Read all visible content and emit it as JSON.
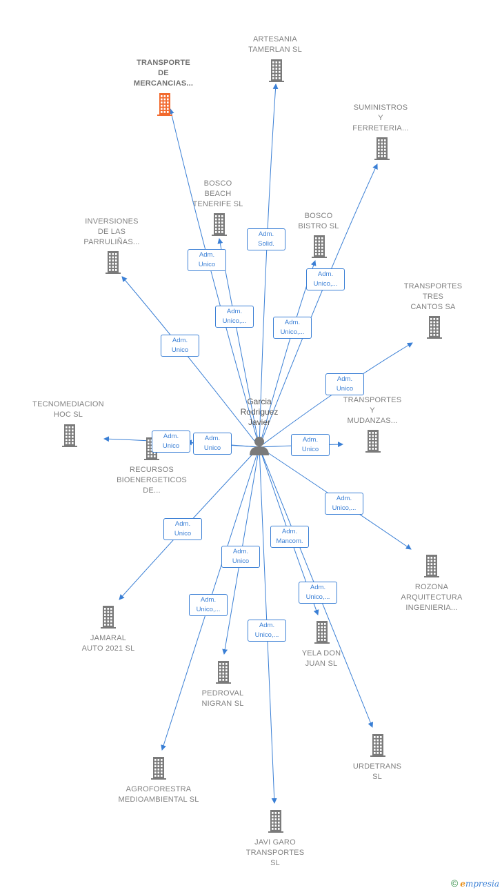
{
  "center": {
    "name": "Garcia\nRodriguez\nJavier"
  },
  "companies": [
    {
      "id": "transporte",
      "name": "TRANSPORTE\nDE\nMERCANCIAS...",
      "highlight": true
    },
    {
      "id": "artesania",
      "name": "ARTESANIA\nTAMERLAN SL"
    },
    {
      "id": "suministros",
      "name": "SUMINISTROS\nY\nFERRETERIA..."
    },
    {
      "id": "bosco_beach",
      "name": "BOSCO\nBEACH\nTENERIFE  SL"
    },
    {
      "id": "bosco_bistro",
      "name": "BOSCO\nBISTRO  SL"
    },
    {
      "id": "inversiones",
      "name": "INVERSIONES\nDE LAS\nPARRULIÑAS..."
    },
    {
      "id": "tres_cantos",
      "name": "TRANSPORTES\nTRES\nCANTOS SA"
    },
    {
      "id": "tecnomediacion",
      "name": "TECNOMEDIACION\nHOC  SL"
    },
    {
      "id": "recursos",
      "name": "RECURSOS\nBIOENERGETICOS\nDE..."
    },
    {
      "id": "mudanzas",
      "name": "TRANSPORTES\nY\nMUDANZAS..."
    },
    {
      "id": "rozona",
      "name": "ROZONA\nARQUITECTURA\nINGENIERIA..."
    },
    {
      "id": "jamaral",
      "name": "JAMARAL\nAUTO 2021  SL"
    },
    {
      "id": "pedroval",
      "name": "PEDROVAL\nNIGRAN  SL"
    },
    {
      "id": "yela",
      "name": "YELA DON\nJUAN  SL"
    },
    {
      "id": "agroforestra",
      "name": "AGROFORESTRA\nMEDIOAMBIENTAL SL"
    },
    {
      "id": "urdetrans",
      "name": "URDETRANS\nSL"
    },
    {
      "id": "javi_garo",
      "name": "JAVI GARO\nTRANSPORTES\nSL"
    }
  ],
  "edges": [
    {
      "to": "transporte",
      "label": "Adm.\nUnico"
    },
    {
      "to": "artesania",
      "label": "Adm.\nSolid."
    },
    {
      "to": "suministros",
      "label": "Adm.\nUnico,..."
    },
    {
      "to": "bosco_beach",
      "label": "Adm.\nUnico,..."
    },
    {
      "to": "bosco_bistro",
      "label": "Adm.\nUnico,..."
    },
    {
      "to": "inversiones",
      "label": "Adm.\nUnico"
    },
    {
      "to": "tres_cantos",
      "label": "Adm.\nUnico"
    },
    {
      "to": "tecnomediacion",
      "label": "Adm.\nUnico"
    },
    {
      "to": "recursos",
      "label": "Adm.\nUnico"
    },
    {
      "to": "mudanzas",
      "label": "Adm.\nUnico"
    },
    {
      "to": "rozona",
      "label": "Adm.\nUnico,..."
    },
    {
      "to": "jamaral",
      "label": "Adm.\nUnico"
    },
    {
      "to": "pedroval",
      "label": "Adm.\nUnico"
    },
    {
      "to": "agroforestra",
      "label": "Adm.\nUnico,..."
    },
    {
      "to": "yela",
      "label": "Adm.\nMancom."
    },
    {
      "to": "urdetrans",
      "label": "Adm.\nUnico,..."
    },
    {
      "to": "javi_garo",
      "label": "Adm.\nUnico,..."
    }
  ],
  "colors": {
    "edge": "#3a7fd5",
    "building": "#7a7a7a",
    "building_highlight": "#f26a2e",
    "person": "#7a7a7a"
  },
  "footer": {
    "copyright": "©",
    "brand_initial": "e",
    "brand_rest": "mpresia"
  }
}
